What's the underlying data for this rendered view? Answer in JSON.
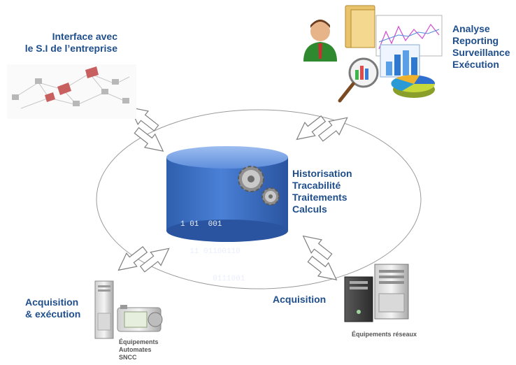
{
  "top_left": {
    "line1": "Interface avec",
    "line2": "le S.I de l’entreprise"
  },
  "top_right": {
    "lines": [
      "Analyse",
      "Reporting",
      "Surveillance",
      "Exécution"
    ]
  },
  "center": {
    "binary": [
      "1 01  001",
      "  11 01100110",
      "       0111001"
    ],
    "lines": [
      "Historisation",
      "Tracabilité",
      "Traitements",
      "Calculs"
    ]
  },
  "bottom_left": {
    "line1": "Acquisition",
    "line2": "& exécution",
    "equipment": [
      "Équipements",
      "Automates",
      "SNCC"
    ]
  },
  "bottom_right": {
    "label": "Acquisition",
    "equipment": "Équipements réseaux"
  },
  "colors": {
    "label": "#1f4e8c",
    "cylinder": "#3f73c7",
    "cylinder_top": "#7aa3e6"
  }
}
